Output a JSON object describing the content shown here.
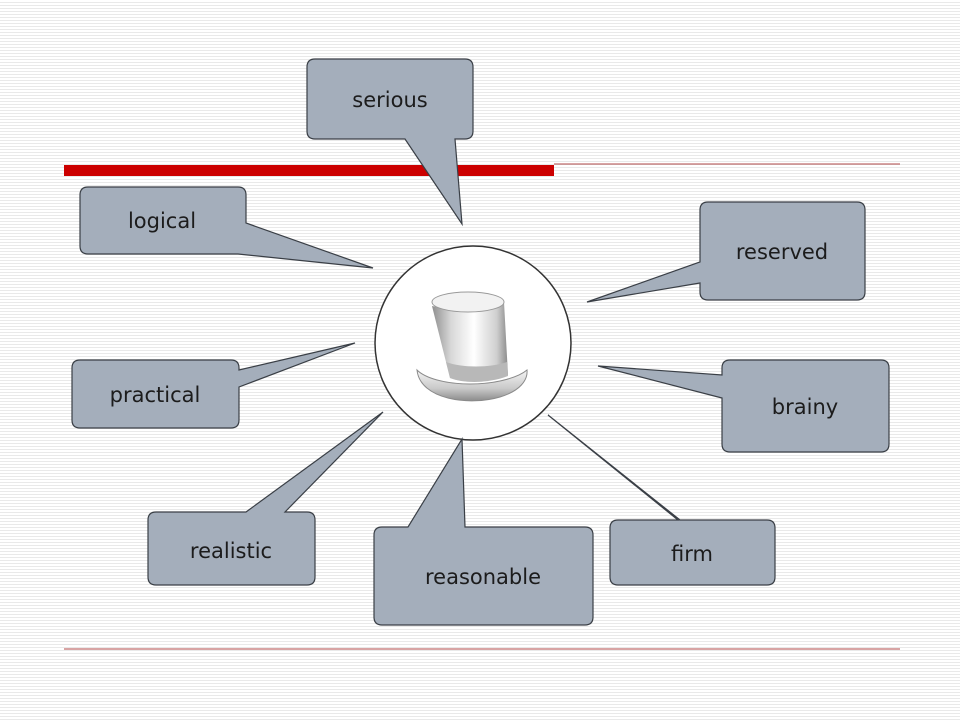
{
  "diagram": {
    "central_icon": "top-hat-icon",
    "colors": {
      "bubble_fill": "#a4aebb",
      "bubble_stroke": "#3a3f46",
      "accent_bar": "#cc0000",
      "rule_line": "#b04848"
    },
    "bubbles": [
      {
        "id": "serious",
        "label": "serious"
      },
      {
        "id": "logical",
        "label": "logical"
      },
      {
        "id": "reserved",
        "label": "reserved"
      },
      {
        "id": "practical",
        "label": "practical"
      },
      {
        "id": "brainy",
        "label": "brainy"
      },
      {
        "id": "realistic",
        "label": "realistic"
      },
      {
        "id": "reasonable",
        "label": "reasonable"
      },
      {
        "id": "firm",
        "label": "firm"
      }
    ]
  }
}
